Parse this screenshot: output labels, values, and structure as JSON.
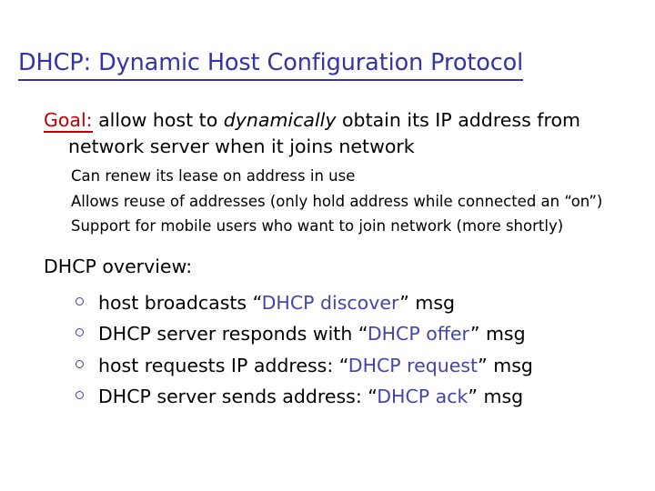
{
  "slide": {
    "title": "DHCP: Dynamic Host Configuration Protocol",
    "title_color": "#3434A6",
    "accent_red": "#C00000",
    "highlight_blue": "#4444AA",
    "background": "#FFFFFF"
  },
  "goal": {
    "label": "Goal:",
    "text_before_italic": " allow host to ",
    "italic_word": "dynamically",
    "text_after_italic": " obtain its IP address from network server when it joins network"
  },
  "sub_points": [
    {
      "text": "Can renew its lease on address in use"
    },
    {
      "text": "Allows reuse of addresses (only hold address while connected an “on”)"
    },
    {
      "text": "Support for mobile users who want to join network (more shortly)"
    }
  ],
  "overview": {
    "heading": "DHCP overview:",
    "bullet_glyph": "hollow-circle",
    "items": [
      {
        "prefix": "host broadcasts “",
        "highlight": "DHCP discover",
        "suffix": "” msg"
      },
      {
        "prefix": "DHCP server responds with “",
        "highlight": "DHCP offer",
        "suffix": "” msg"
      },
      {
        "prefix": "host requests IP address: “",
        "highlight": "DHCP request",
        "suffix": "” msg"
      },
      {
        "prefix": "DHCP server sends address: “",
        "highlight": "DHCP ack",
        "suffix": "” msg"
      }
    ]
  }
}
